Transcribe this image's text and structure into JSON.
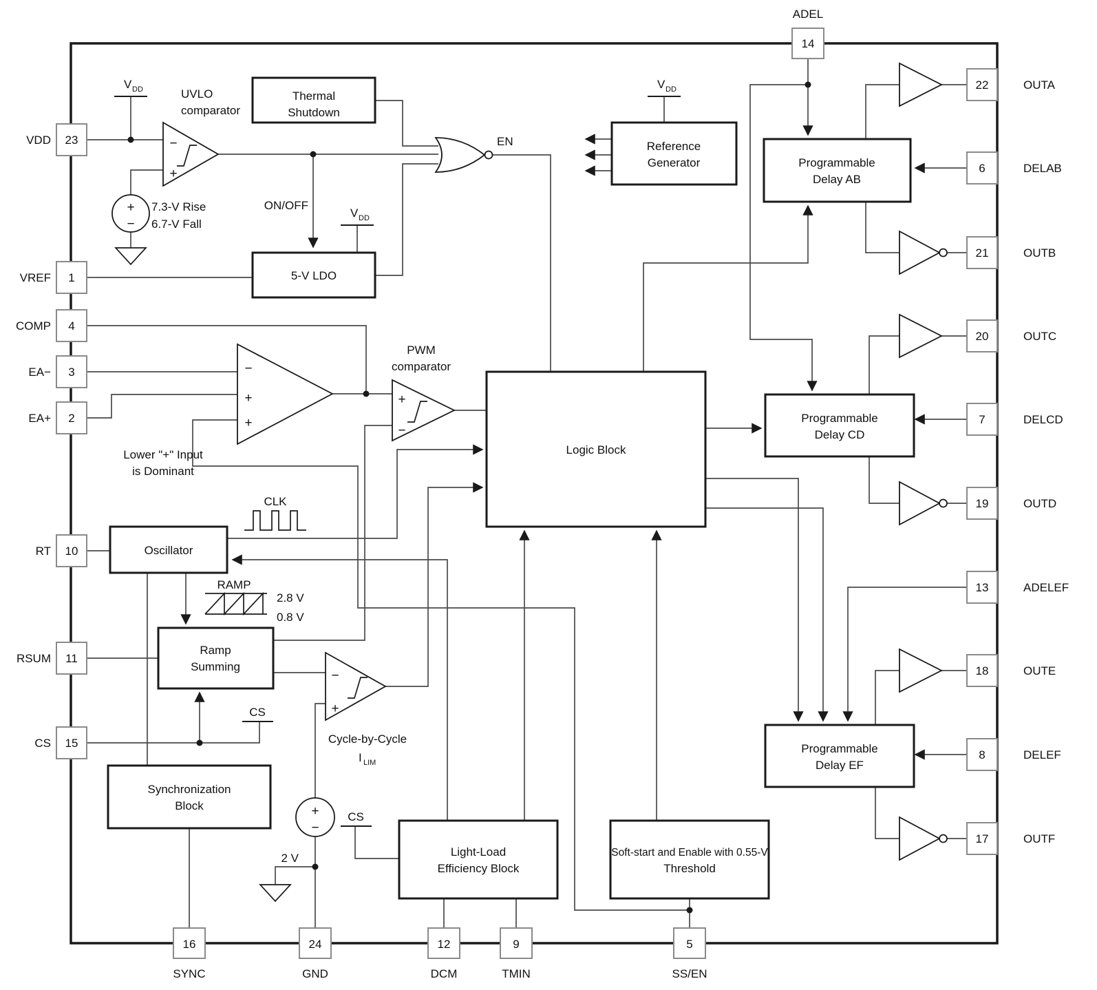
{
  "pins": {
    "left": [
      {
        "num": "23",
        "name": "VDD"
      },
      {
        "num": "1",
        "name": "VREF"
      },
      {
        "num": "4",
        "name": "COMP"
      },
      {
        "num": "3",
        "name": "EA−"
      },
      {
        "num": "2",
        "name": "EA+"
      },
      {
        "num": "10",
        "name": "RT"
      },
      {
        "num": "11",
        "name": "RSUM"
      },
      {
        "num": "15",
        "name": "CS"
      }
    ],
    "top": [
      {
        "num": "14",
        "name": "ADEL"
      }
    ],
    "right": [
      {
        "num": "22",
        "name": "OUTA"
      },
      {
        "num": "6",
        "name": "DELAB"
      },
      {
        "num": "21",
        "name": "OUTB"
      },
      {
        "num": "20",
        "name": "OUTC"
      },
      {
        "num": "7",
        "name": "DELCD"
      },
      {
        "num": "19",
        "name": "OUTD"
      },
      {
        "num": "13",
        "name": "ADELEF"
      },
      {
        "num": "18",
        "name": "OUTE"
      },
      {
        "num": "8",
        "name": "DELEF"
      },
      {
        "num": "17",
        "name": "OUTF"
      }
    ],
    "bottom": [
      {
        "num": "16",
        "name": "SYNC"
      },
      {
        "num": "24",
        "name": "GND"
      },
      {
        "num": "12",
        "name": "DCM"
      },
      {
        "num": "9",
        "name": "TMIN"
      },
      {
        "num": "5",
        "name": "SS/EN"
      }
    ]
  },
  "blocks": {
    "thermal": {
      "l1": "Thermal",
      "l2": "Shutdown"
    },
    "ldo": {
      "l1": "5-V LDO"
    },
    "reference": {
      "l1": "Reference",
      "l2": "Generator"
    },
    "logic": {
      "l1": "Logic Block"
    },
    "oscillator": {
      "l1": "Oscillator"
    },
    "ramp_summing": {
      "l1": "Ramp",
      "l2": "Summing"
    },
    "sync_block": {
      "l1": "Synchronization",
      "l2": "Block"
    },
    "light_load": {
      "l1": "Light-Load",
      "l2": "Efficiency Block"
    },
    "soft_start": {
      "l1": "Soft-start and Enable with 0.55-V",
      "l2": "Threshold"
    },
    "delay_ab": {
      "l1": "Programmable",
      "l2": "Delay AB"
    },
    "delay_cd": {
      "l1": "Programmable",
      "l2": "Delay CD"
    },
    "delay_ef": {
      "l1": "Programmable",
      "l2": "Delay EF"
    }
  },
  "annotations": {
    "uvlo1": "UVLO",
    "uvlo2": "comparator",
    "vdd_v": "V",
    "vdd_sub": "DD",
    "rise": "7.3-V Rise",
    "fall": "6.7-V Fall",
    "onoff": "ON/OFF",
    "en": "EN",
    "pwm1": "PWM",
    "pwm2": "comparator",
    "dominant1": "Lower \"+\" Input",
    "dominant2": "is Dominant",
    "clk": "CLK",
    "ramp": "RAMP",
    "ramp_high": "2.8 V",
    "ramp_low": "0.8 V",
    "cs": "CS",
    "cyc": "Cycle-by-Cycle",
    "ilim_i": "I",
    "ilim_sub": "LIM",
    "v2": "2 V",
    "plus": "+",
    "minus": "−"
  }
}
